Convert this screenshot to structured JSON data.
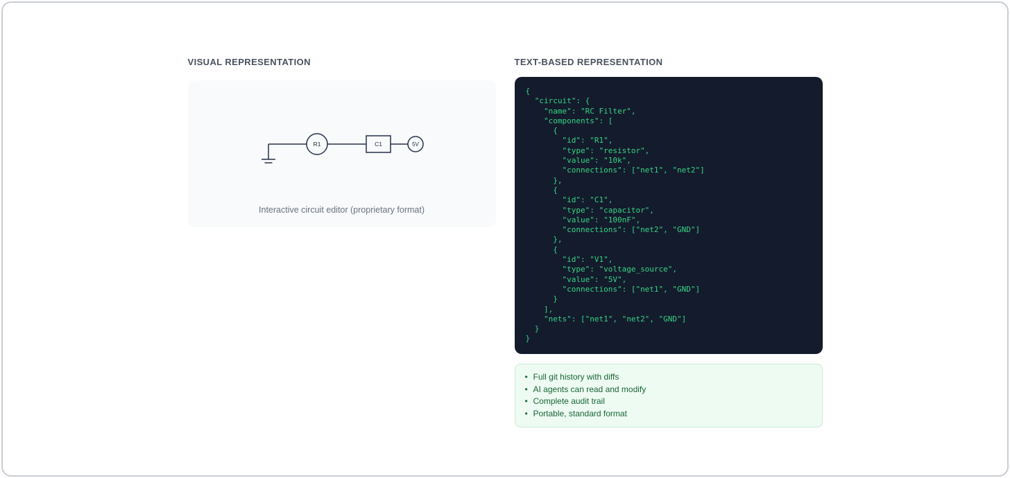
{
  "left": {
    "heading": "VISUAL REPRESENTATION",
    "caption": "Interactive circuit editor (proprietary format)",
    "circuit": {
      "labels": {
        "resistor": "R1",
        "capacitor": "C1",
        "source": "5V"
      },
      "stroke_color": "#25314a"
    }
  },
  "right": {
    "heading": "TEXT-BASED REPRESENTATION",
    "code": "{\n  \"circuit\": {\n    \"name\": \"RC Filter\",\n    \"components\": [\n      {\n        \"id\": \"R1\",\n        \"type\": \"resistor\",\n        \"value\": \"10k\",\n        \"connections\": [\"net1\", \"net2\"]\n      },\n      {\n        \"id\": \"C1\",\n        \"type\": \"capacitor\",\n        \"value\": \"100nF\",\n        \"connections\": [\"net2\", \"GND\"]\n      },\n      {\n        \"id\": \"V1\",\n        \"type\": \"voltage_source\",\n        \"value\": \"5V\",\n        \"connections\": [\"net1\", \"GND\"]\n      }\n    ],\n    \"nets\": [\"net1\", \"net2\", \"GND\"]\n  }\n}",
    "benefits": [
      "Full git history with diffs",
      "AI agents can read and modify",
      "Complete audit trail",
      "Portable, standard format"
    ]
  },
  "colors": {
    "code_background": "#141b2d",
    "code_text": "#35d682",
    "panel_background": "#f8fafc",
    "benefits_background": "#eefbf2",
    "benefits_border": "#c9edd5",
    "benefits_text": "#166534",
    "heading_text": "#47505e",
    "circuit_stroke": "#25314a"
  }
}
